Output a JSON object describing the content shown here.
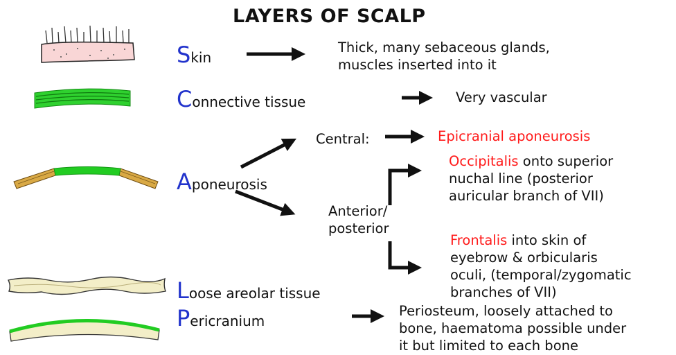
{
  "title": "LAYERS OF SCALP",
  "layers": [
    {
      "initial": "S",
      "rest": "kin",
      "desc": "Thick, many sebaceous glands,\nmuscles inserted into it"
    },
    {
      "initial": "C",
      "rest": "onnective tissue",
      "desc": "Very vascular"
    },
    {
      "initial": "A",
      "rest": "poneurosis"
    },
    {
      "initial": "L",
      "rest": "oose areolar tissue"
    },
    {
      "initial": "P",
      "rest": "ericranium",
      "desc": "Periosteum, loosely attached to\nbone, haematoma possible under\nit but limited to each bone"
    }
  ],
  "aponeurosis": {
    "central_label": "Central:",
    "central_target": "Epicranial aponeurosis",
    "anterior_label": "Anterior/\nposterior",
    "occipitalis_name": "Occipitalis",
    "occipitalis_desc": " onto superior\nnuchal line (posterior\nauricular branch of VII)",
    "frontalis_name": "Frontalis",
    "frontalis_desc": " into skin of\neyebrow & orbicularis\noculi, (temporal/zygomatic\nbranches of VII)"
  },
  "colors": {
    "initials": "#2233cc",
    "highlight": "#ff1a1a",
    "green": "#22cc22",
    "skin": "#f9d6d6",
    "loose": "#f3eec8",
    "tendon": "#d9a945"
  }
}
